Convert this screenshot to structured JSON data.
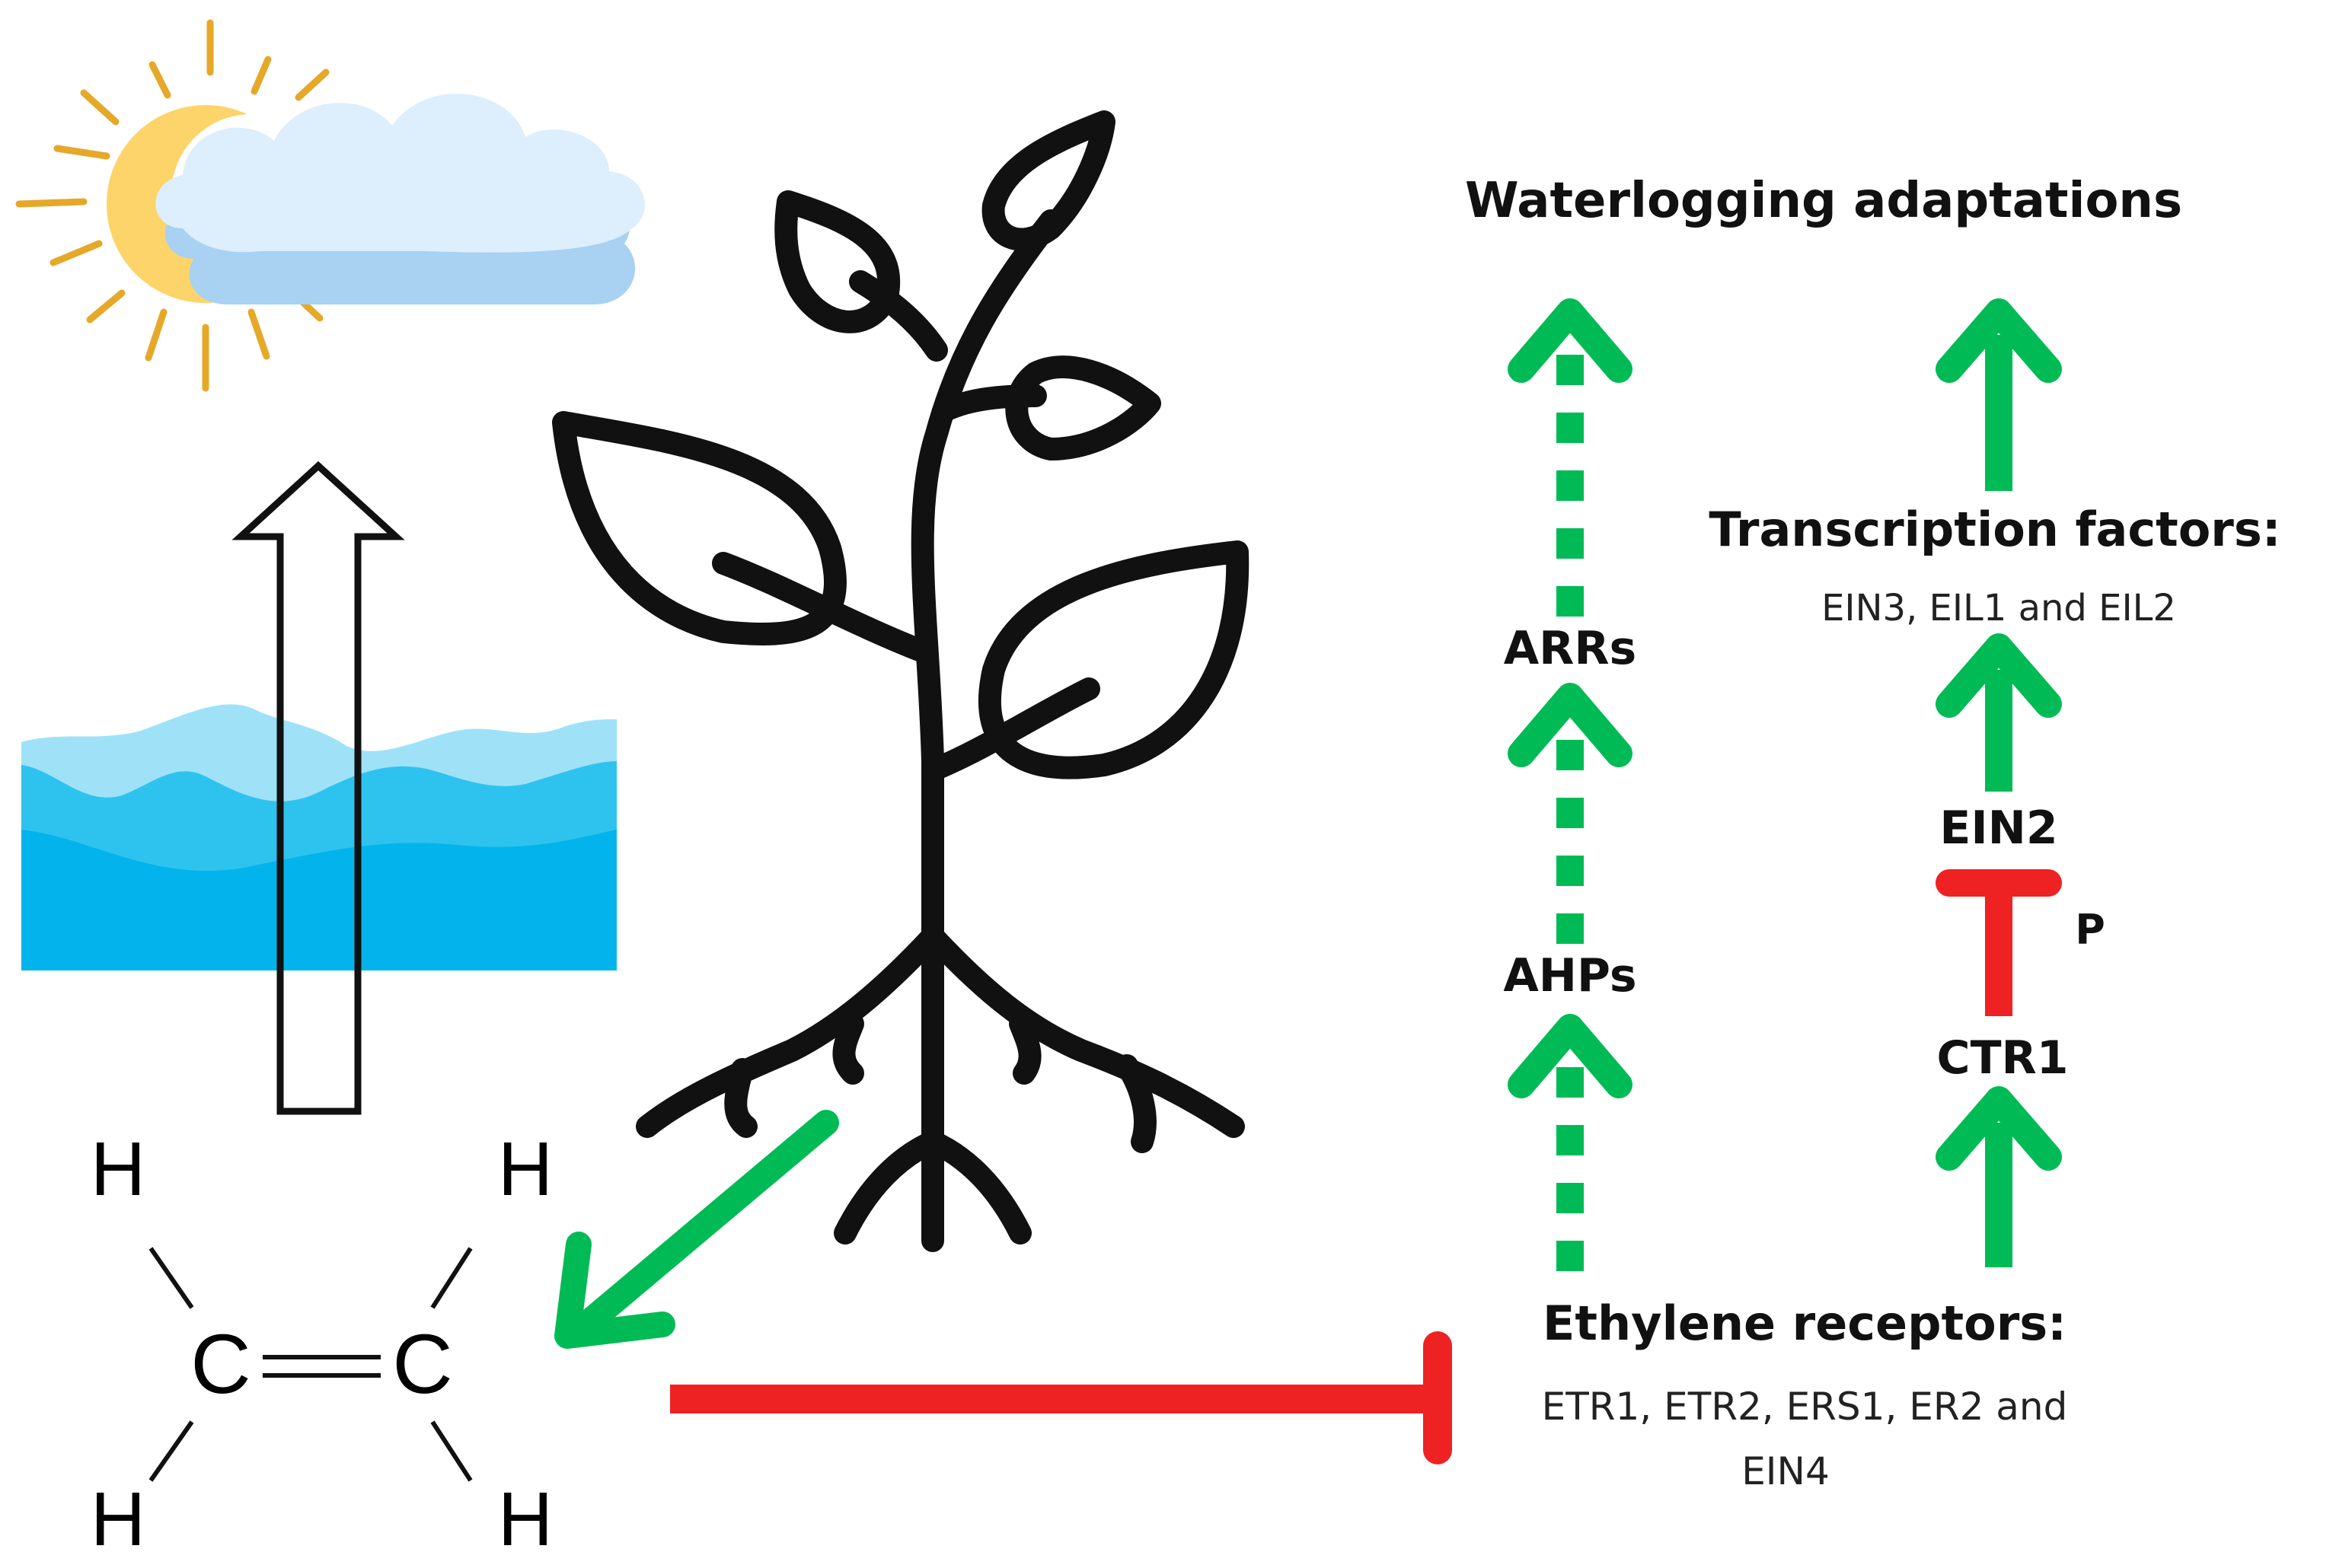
{
  "pathway": {
    "title": "Waterlogging adaptations",
    "arrs": "ARRs",
    "ahps": "AHPs",
    "transcription_factors": {
      "heading": "Transcription factors:",
      "members": "EIN3, EIL1 and EIL2"
    },
    "ein2": "EIN2",
    "phospho": "P",
    "ctr1": "CTR1",
    "receptors": {
      "heading": "Ethylene receptors:",
      "members_line1": "ETR1, ETR2, ERS1, ER2 and",
      "members_line2": "EIN4"
    }
  },
  "ethylene": {
    "atom_h_top_left": "H",
    "atom_h_top_right": "H",
    "atom_c_left": "C",
    "atom_c_right": "C",
    "atom_h_bottom_left": "H",
    "atom_h_bottom_right": "H"
  },
  "colors": {
    "activation": "#00bb55",
    "inhibition": "#ee2222",
    "water_dark": "#00b4ec",
    "water_light": "#8ad9f6",
    "sun": "#fdd46a",
    "sun_rays": "#e6a828",
    "cloud": "#c9e4f8"
  },
  "icons": {
    "sun": "sun-icon",
    "cloud": "cloud-icon",
    "water": "water-waves-icon",
    "plant": "plant-icon"
  }
}
